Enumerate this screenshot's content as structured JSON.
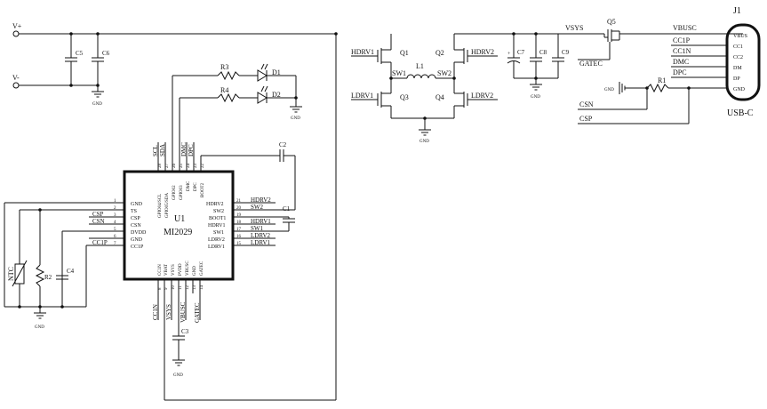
{
  "rails": {
    "vplus": "V+",
    "vminus": "V-"
  },
  "gnd": "GND",
  "caps": {
    "c1": "C1",
    "c2": "C2",
    "c3": "C3",
    "c4": "C4",
    "c5": "C5",
    "c6": "C6",
    "c7": "C7",
    "c8": "C8",
    "c9": "C9"
  },
  "resistors": {
    "r1": "R1",
    "r2": "R2",
    "r3": "R3",
    "r4": "R4"
  },
  "leds": {
    "d1": "D1",
    "d2": "D2"
  },
  "thermistor": "NTC",
  "inductor": {
    "name": "L1",
    "sw1": "SW1",
    "sw2": "SW2"
  },
  "mosfets": {
    "q1": "Q1",
    "q2": "Q2",
    "q3": "Q3",
    "q4": "Q4",
    "q5": "Q5"
  },
  "nets": {
    "hdrv1": "HDRV1",
    "hdrv2": "HDRV2",
    "ldrv1": "LDRV1",
    "ldrv2": "LDRV2",
    "vsys": "VSYS",
    "gatec": "GATEC",
    "vbusc": "VBUSC",
    "cc1p": "CC1P",
    "cc1n": "CC1N",
    "dmc": "DMC",
    "dpc": "DPC",
    "csn": "CSN",
    "csp": "CSP",
    "sw1": "SW1",
    "sw2": "SW2",
    "boot1": "BOOT1"
  },
  "ic": {
    "ref": "U1",
    "part": "MI2029",
    "left_pins": [
      {
        "num": "1",
        "name": "GND",
        "net": ""
      },
      {
        "num": "2",
        "name": "TS",
        "net": ""
      },
      {
        "num": "3",
        "name": "CSP",
        "net": "CSP"
      },
      {
        "num": "4",
        "name": "CSN",
        "net": "CSN"
      },
      {
        "num": "5",
        "name": "DVDD",
        "net": ""
      },
      {
        "num": "6",
        "name": "GND",
        "net": ""
      },
      {
        "num": "7",
        "name": "CC1P",
        "net": "CC1P"
      }
    ],
    "right_pins": [
      {
        "num": "21",
        "name": "HDRV2",
        "net": "HDRV2"
      },
      {
        "num": "20",
        "name": "SW2",
        "net": "SW2"
      },
      {
        "num": "19",
        "name": "BOOT1",
        "net": ""
      },
      {
        "num": "18",
        "name": "HDRV1",
        "net": "HDRV1"
      },
      {
        "num": "17",
        "name": "SW1",
        "net": "SW1"
      },
      {
        "num": "16",
        "name": "LDRV2",
        "net": "LDRV2"
      },
      {
        "num": "15",
        "name": "LDRV1",
        "net": "LDRV1"
      }
    ],
    "top_pins": [
      {
        "num": "28",
        "name": "GPIO04/SCL",
        "net": "SCL"
      },
      {
        "num": "27",
        "name": "GPIO05/SDA",
        "net": "SDA"
      },
      {
        "num": "26",
        "name": "GPIO02",
        "net": ""
      },
      {
        "num": "25",
        "name": "GPIO03",
        "net": ""
      },
      {
        "num": "24",
        "name": "DMC",
        "net": "DMC"
      },
      {
        "num": "23",
        "name": "DPC",
        "net": "DPC"
      },
      {
        "num": "22",
        "name": "BOOT2",
        "net": ""
      }
    ],
    "bottom_pins": [
      {
        "num": "8",
        "name": "CC1N",
        "net": "CC1N"
      },
      {
        "num": "9",
        "name": "VBAT",
        "net": ""
      },
      {
        "num": "10",
        "name": "VSYS",
        "net": "VSYS"
      },
      {
        "num": "11",
        "name": "PVDD",
        "net": ""
      },
      {
        "num": "12",
        "name": "VBUSC",
        "net": "VBUSC"
      },
      {
        "num": "13",
        "name": "GND",
        "net": ""
      },
      {
        "num": "14",
        "name": "GATEC",
        "net": "GATEC"
      }
    ]
  },
  "connector": {
    "ref": "J1",
    "type": "USB-C",
    "pins": [
      "VBUS",
      "CC1",
      "CC2",
      "DM",
      "DP",
      "GND"
    ]
  }
}
